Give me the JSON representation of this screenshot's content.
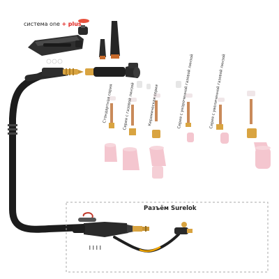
{
  "header": {
    "system_label": "система one",
    "plus_sign": "+",
    "plus_word": "plus"
  },
  "connector": {
    "title": "Разъём Surelok",
    "pins": "||||"
  },
  "kits": [
    {
      "label": "Стандартная серия"
    },
    {
      "label": "Серия с газовой линзой"
    },
    {
      "label": "Керамическая серия"
    },
    {
      "label": "Серия с укороченной газовой линзой"
    },
    {
      "label": "Серия с увеличенной газовой линзой"
    }
  ],
  "colors": {
    "plus_red": "#e0201b",
    "nozzle_pink": "#f4c6cf",
    "brass": "#d9a441",
    "cable_black": "#1c1c1c",
    "handle_gray": "#3a3a3a"
  }
}
